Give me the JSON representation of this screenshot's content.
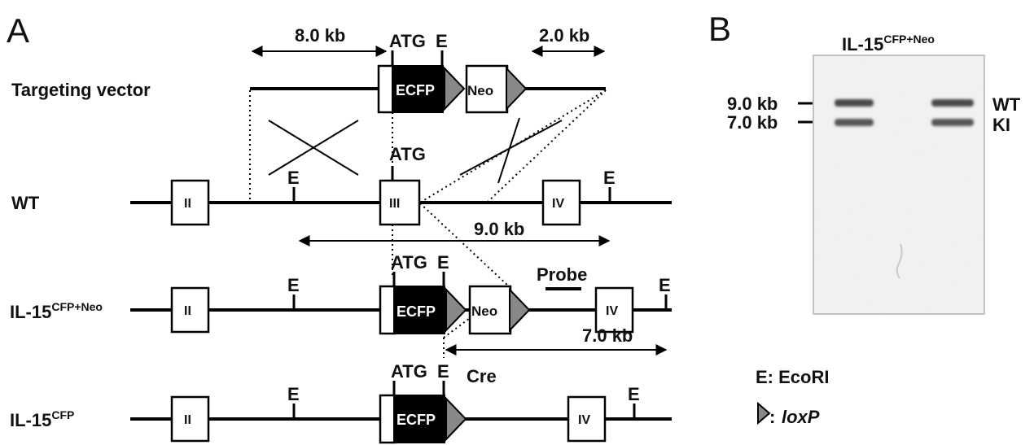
{
  "panel_a": {
    "letter": "A",
    "rows": {
      "targeting": "Targeting vector",
      "wt": "WT",
      "ki_neo": "IL-15",
      "ki_neo_sup": "CFP+Neo",
      "ki": "IL-15",
      "ki_sup": "CFP"
    },
    "distances": {
      "d8": "8.0 kb",
      "d2": "2.0 kb",
      "d9": "9.0 kb",
      "d7": "7.0 kb"
    },
    "exons": {
      "ii": "II",
      "iii": "III",
      "iv": "IV"
    },
    "labels": {
      "atg": "ATG",
      "e": "E",
      "ecfp": "ECFP",
      "neo": "Neo",
      "probe": "Probe",
      "cre": "Cre"
    },
    "legend": {
      "ecori": "E: EcoRI",
      "loxp_prefix": ": ",
      "loxp": "loxP"
    }
  },
  "panel_b": {
    "letter": "B",
    "title": "IL-15",
    "title_sup": "CFP+Neo",
    "marker_9": "9.0 kb",
    "marker_7": "7.0 kb",
    "band_wt": "WT",
    "band_ki": "KI"
  }
}
